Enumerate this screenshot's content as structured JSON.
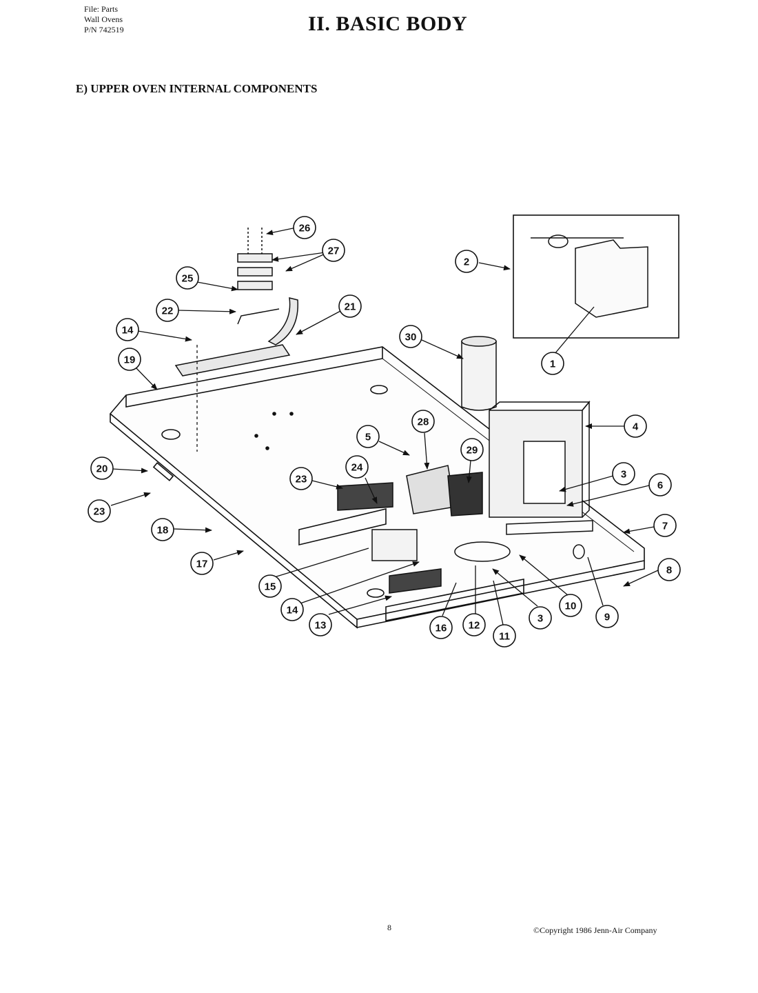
{
  "header": {
    "file_line": "File: Parts",
    "product_line": "Wall Ovens",
    "part_number_line": "P/N 742519",
    "title": "II. BASIC BODY"
  },
  "section": {
    "title": "E) UPPER OVEN INTERNAL COMPONENTS"
  },
  "diagram": {
    "callouts": [
      "26",
      "27",
      "25",
      "22",
      "21",
      "14",
      "19",
      "30",
      "2",
      "1",
      "4",
      "3",
      "6",
      "7",
      "8",
      "9",
      "10",
      "3",
      "11",
      "12",
      "16",
      "13",
      "14",
      "15",
      "17",
      "18",
      "23",
      "20",
      "23",
      "24",
      "5",
      "28",
      "29"
    ]
  },
  "footer": {
    "page_number": "8",
    "copyright": "©Copyright 1986 Jenn-Air Company"
  }
}
